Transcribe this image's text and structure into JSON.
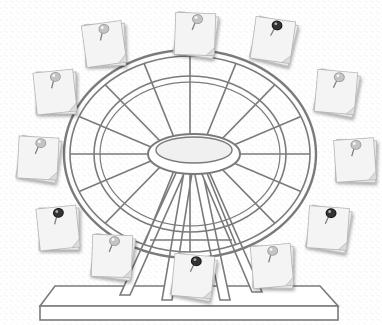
{
  "colors": {
    "background": "#ffffff",
    "paper_texture": "#e6e6e6",
    "wheel_stroke": "#7a7a7a",
    "wheel_fill": "#ffffff",
    "note_fill": "#f4f4f4",
    "note_edge": "#b5b5b5",
    "pin_light": "#c4c4c4",
    "pin_dark": "#333333"
  },
  "notes": [
    {
      "pin": "light-pin",
      "tilt": -8
    },
    {
      "pin": "light-pin",
      "tilt": 2
    },
    {
      "pin": "dark-pin",
      "tilt": 8
    },
    {
      "pin": "light-pin",
      "tilt": -6
    },
    {
      "pin": "light-pin",
      "tilt": 5
    },
    {
      "pin": "light-pin",
      "tilt": 3
    },
    {
      "pin": "light-pin",
      "tilt": -4
    },
    {
      "pin": "dark-pin",
      "tilt": -6
    },
    {
      "pin": "dark-pin",
      "tilt": 4
    },
    {
      "pin": "light-pin",
      "tilt": 2
    },
    {
      "pin": "dark-pin",
      "tilt": 5
    },
    {
      "pin": "light-pin",
      "tilt": -5
    }
  ]
}
